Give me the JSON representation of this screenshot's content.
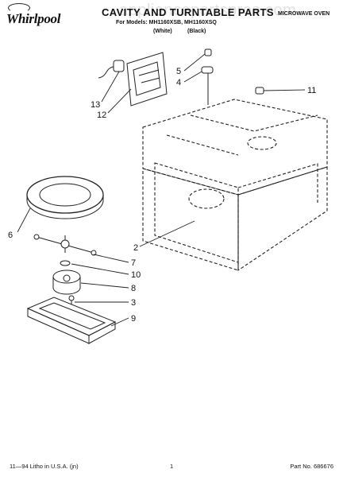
{
  "header": {
    "brand": "Whirlpool",
    "title": "CAVITY AND TURNTABLE PARTS",
    "subtitle": "For Models: MH1160XSB, MH1160XSQ",
    "variant_a": "(White)",
    "variant_b": "(Black)",
    "product_type": "MICROWAVE OVEN",
    "watermark": "appliancepartspros.com"
  },
  "callouts": {
    "c13": "13",
    "c12": "12",
    "c5": "5",
    "c4": "4",
    "c11": "11",
    "c6": "6",
    "c2": "2",
    "c7": "7",
    "c10": "10",
    "c8": "8",
    "c3": "3",
    "c9": "9"
  },
  "footer": {
    "left": "11—94 Litho in U.S.A. (jn)",
    "center": "1",
    "right": "Part No. 686676"
  },
  "colors": {
    "line": "#222222",
    "shade": "#9a9a9a"
  }
}
